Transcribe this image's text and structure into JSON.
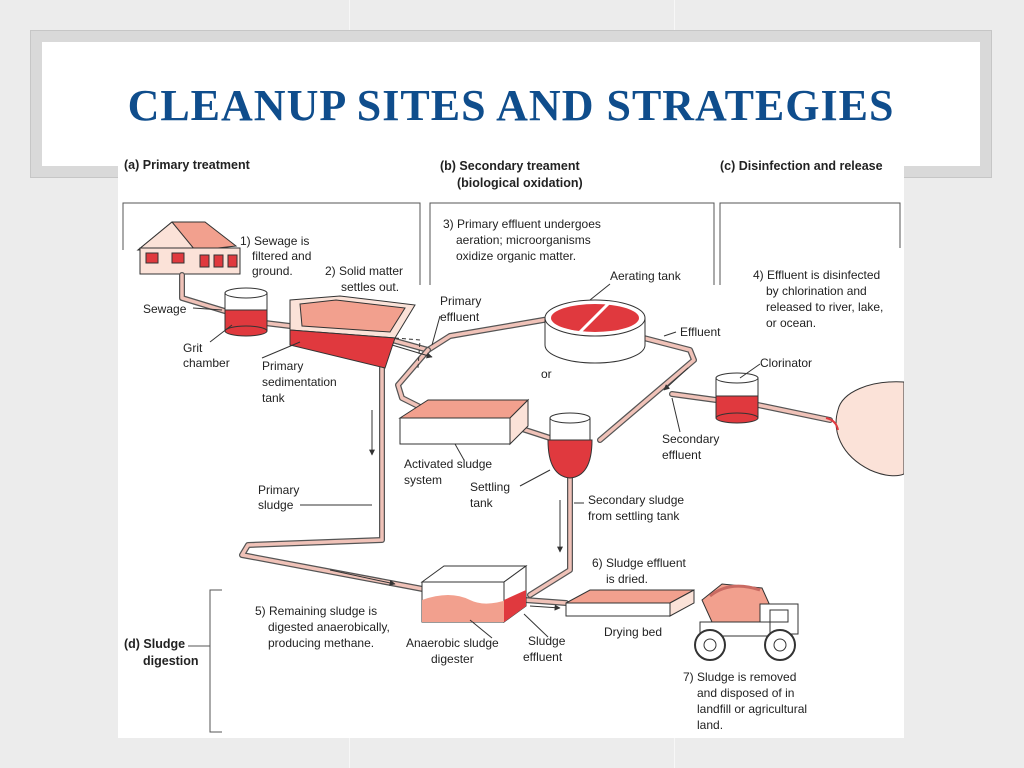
{
  "slide": {
    "title": "CLEANUP SITES AND STRATEGIES"
  },
  "colors": {
    "title": "#0f4d8c",
    "liquid": "#e0393e",
    "liquid_light": "#f2a08e",
    "pipe": "#c96a62"
  },
  "sections": {
    "primary": "(a) Primary treatment",
    "secondary_1": "(b) Secondary treament",
    "secondary_2": "(biological oxidation)",
    "disinfection": "(c) Disinfection and release",
    "sludge_1": "(d) Sludge",
    "sludge_2": "digestion"
  },
  "steps": {
    "s1": [
      "1) Sewage is",
      "filtered and",
      "ground."
    ],
    "s2": [
      "2) Solid matter",
      "settles out."
    ],
    "s3": [
      "3) Primary effluent undergoes",
      "aeration; microorganisms",
      "oxidize organic matter."
    ],
    "s4": [
      "4) Effluent is disinfected",
      "by chlorination and",
      "released to river, lake,",
      "or ocean."
    ],
    "s5": [
      "5) Remaining sludge is",
      "digested anaerobically,",
      "producing methane."
    ],
    "s6": [
      "6) Sludge effluent",
      "is dried."
    ],
    "s7": [
      "7) Sludge is removed",
      "and disposed of in",
      "landfill or agricultural",
      "land."
    ]
  },
  "labels": {
    "sewage": "Sewage",
    "grit": [
      "Grit",
      "chamber"
    ],
    "primary_sed": [
      "Primary",
      "sedimentation",
      "tank"
    ],
    "primary_effluent": [
      "Primary",
      "effluent"
    ],
    "aerating_tank": "Aerating tank",
    "or": "or",
    "effluent": "Effluent",
    "clorinator": "Clorinator",
    "activated": [
      "Activated sludge",
      "system"
    ],
    "settling": [
      "Settling",
      "tank"
    ],
    "secondary_effluent": [
      "Secondary",
      "effluent"
    ],
    "primary_sludge": [
      "Primary",
      "sludge"
    ],
    "secondary_sludge": [
      "Secondary sludge",
      "from settling tank"
    ],
    "digester": [
      "Anaerobic sludge",
      "digester"
    ],
    "sludge_effluent": [
      "Sludge",
      "effluent"
    ],
    "drying_bed": "Drying bed"
  }
}
